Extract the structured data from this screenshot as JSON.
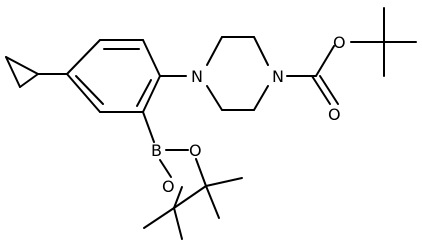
{
  "atoms": {
    "n_left": "N",
    "n_right": "N",
    "o_carbonyl": "O",
    "o_ester": "O",
    "b": "B",
    "o_ring_top": "O",
    "o_ring_bottom": "O"
  }
}
